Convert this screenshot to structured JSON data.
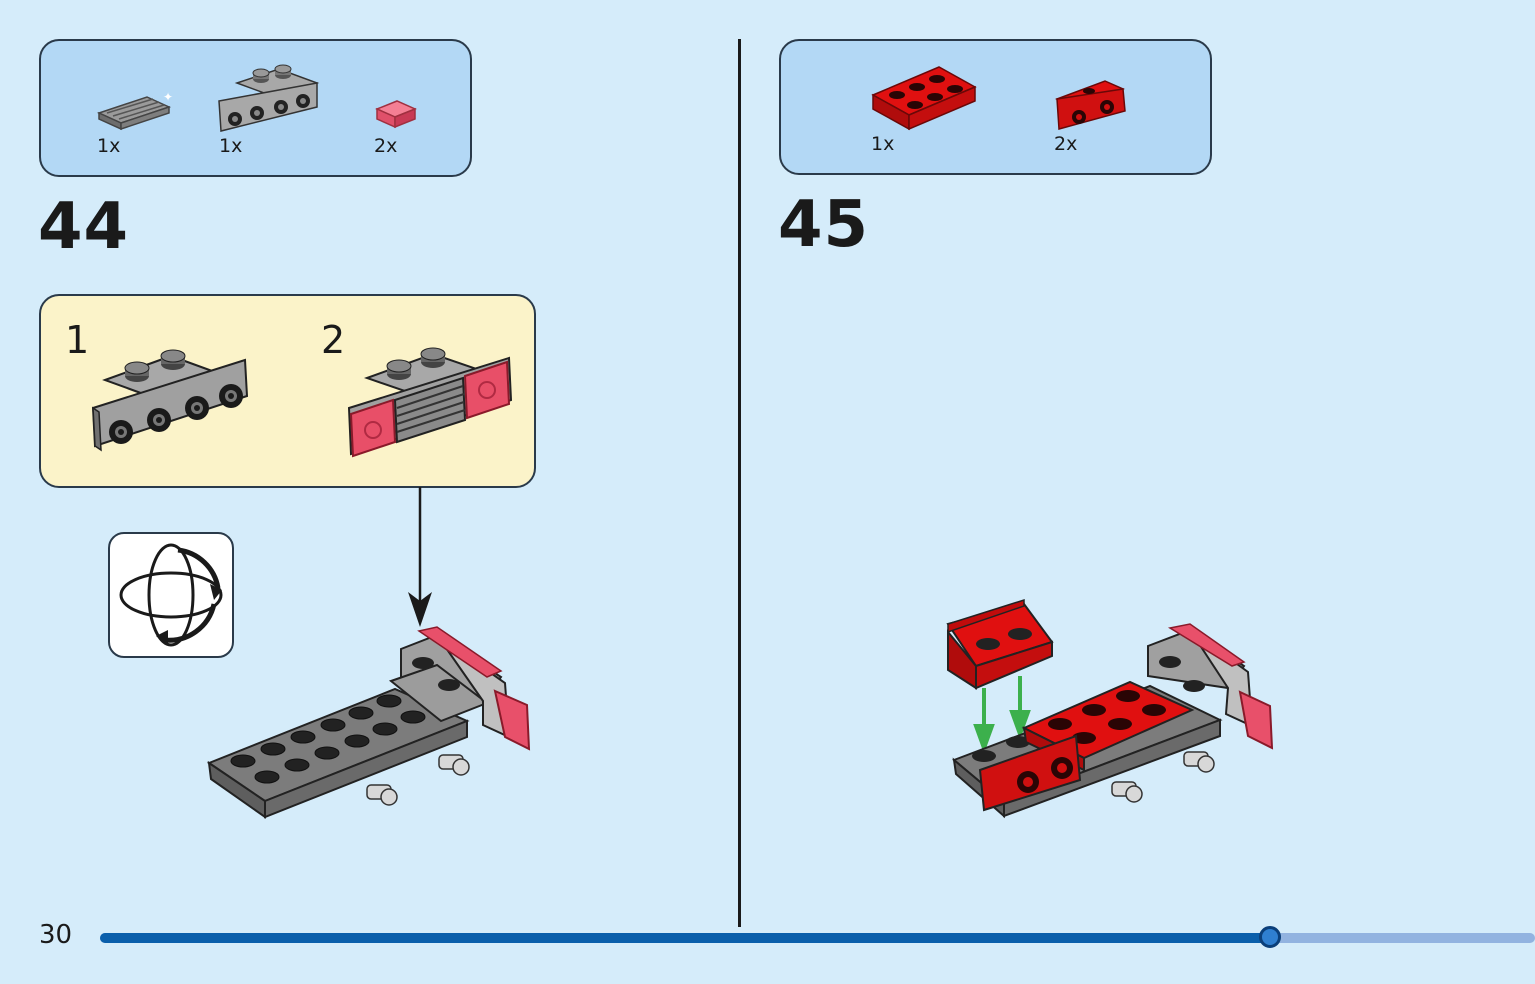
{
  "page": {
    "number": "30"
  },
  "progress": {
    "fraction": 0.815
  },
  "step44": {
    "number": "44",
    "parts": [
      {
        "name": "grille-tile-1x2",
        "qty": "1x",
        "color": "#8c8c8c"
      },
      {
        "name": "bracket-plate-1x2-2x4",
        "qty": "1x",
        "color": "#9a9a9a"
      },
      {
        "name": "transparent-red-tile-1x1",
        "qty": "2x",
        "color": "#e8506a"
      }
    ],
    "substeps": [
      {
        "number": "1"
      },
      {
        "number": "2"
      }
    ],
    "icon": "rotate-model-icon"
  },
  "step45": {
    "number": "45",
    "parts": [
      {
        "name": "red-plate-2x3",
        "qty": "1x",
        "color": "#e01010"
      },
      {
        "name": "red-bracket-plate",
        "qty": "2x",
        "color": "#e01010"
      }
    ],
    "arrow_color": "#3cb04c"
  }
}
